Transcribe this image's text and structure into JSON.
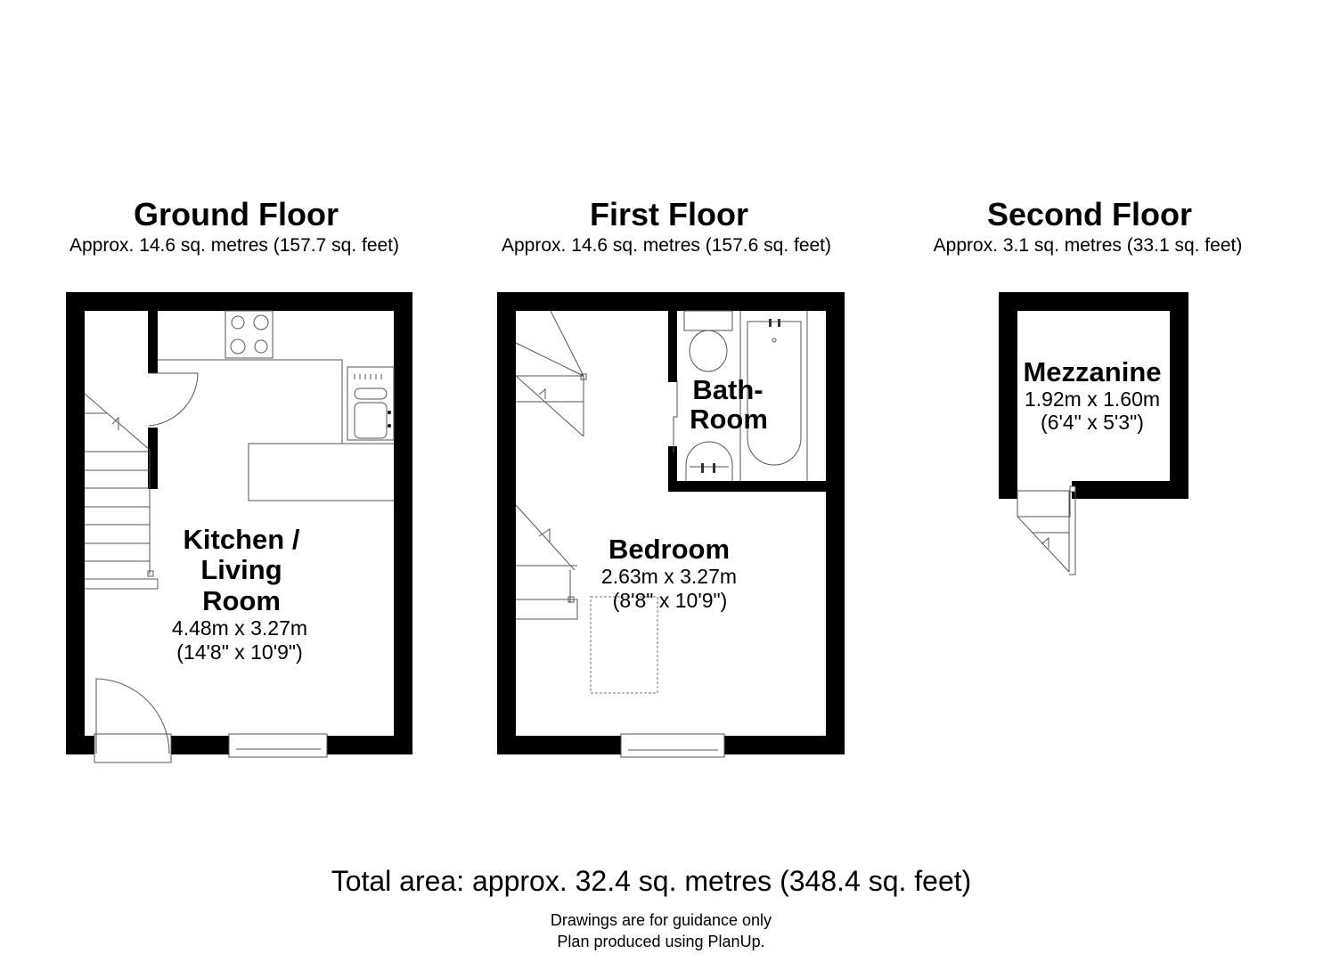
{
  "floors": [
    {
      "title": "Ground Floor",
      "area": "Approx. 14.6 sq. metres (157.7 sq. feet)",
      "room": {
        "name_lines": [
          "Kitchen /",
          "Living",
          "Room"
        ],
        "metric": "4.48m x 3.27m",
        "imperial": "(14'8\" x 10'9\")"
      }
    },
    {
      "title": "First Floor",
      "area": "Approx. 14.6 sq. metres (157.6 sq. feet)",
      "rooms": [
        {
          "name_lines": [
            "Bath-",
            "Room"
          ]
        },
        {
          "name_lines": [
            "Bedroom"
          ],
          "metric": "2.63m x 3.27m",
          "imperial": "(8'8\" x 10'9\")"
        }
      ]
    },
    {
      "title": "Second Floor",
      "area": "Approx. 3.1 sq. metres (33.1 sq. feet)",
      "room": {
        "name_lines": [
          "Mezzanine"
        ],
        "metric": "1.92m x 1.60m",
        "imperial": "(6'4\" x 5'3\")"
      }
    }
  ],
  "total_area": "Total area: approx. 32.4 sq. metres (348.4 sq. feet)",
  "footer": [
    "Drawings are for guidance only",
    "Plan produced using PlanUp."
  ]
}
